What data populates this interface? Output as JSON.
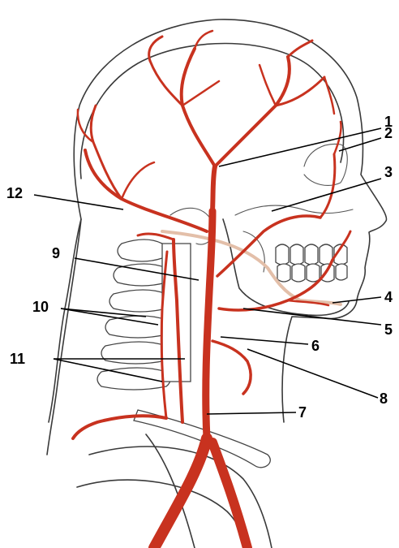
{
  "labels": [
    {
      "id": "1",
      "text": "1"
    },
    {
      "id": "2",
      "text": "2"
    },
    {
      "id": "3",
      "text": "3"
    },
    {
      "id": "4",
      "text": "4"
    },
    {
      "id": "5",
      "text": "5"
    },
    {
      "id": "6",
      "text": "6"
    },
    {
      "id": "7",
      "text": "7"
    },
    {
      "id": "8",
      "text": "8"
    },
    {
      "id": "9",
      "text": "9"
    },
    {
      "id": "10",
      "text": "10"
    },
    {
      "id": "11",
      "text": "11"
    },
    {
      "id": "12",
      "text": "12"
    }
  ],
  "colors": {
    "artery": "#c8321f",
    "vein": "#e3bfa9",
    "outline": "#3a3a3a",
    "label": "#000000"
  }
}
